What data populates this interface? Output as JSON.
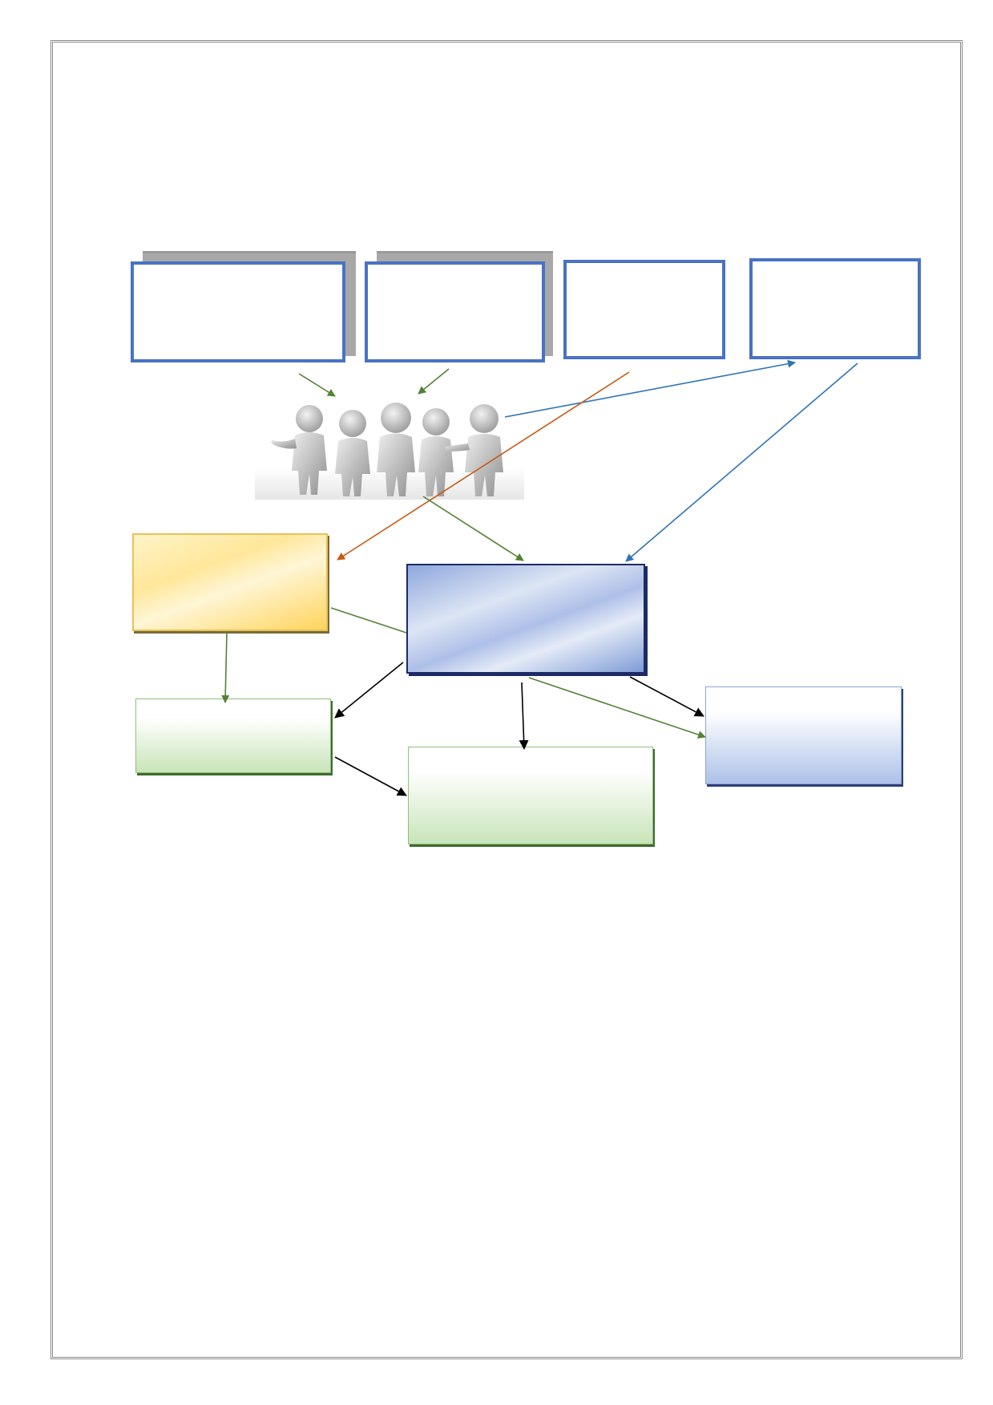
{
  "diagram": {
    "top_boxes": [
      {
        "id": "top-box-1",
        "text": ""
      },
      {
        "id": "top-box-2",
        "text": ""
      },
      {
        "id": "top-box-3",
        "text": ""
      },
      {
        "id": "top-box-4",
        "text": ""
      }
    ],
    "yellow_box": {
      "text": ""
    },
    "main_box": {
      "text": ""
    },
    "green_left_box": {
      "text": ""
    },
    "green_center_box": {
      "text": ""
    },
    "blue_right_box": {
      "text": ""
    }
  },
  "colors": {
    "box_border": "#4a72c4",
    "arrow_green": "#548235",
    "arrow_orange": "#c55a11",
    "arrow_blue": "#2e75b6",
    "arrow_black": "#000000",
    "yellow_fill": "#ffd966",
    "blue_fill": "#8faadc",
    "green_fill": "#c5e0b4"
  },
  "icons": {
    "people_group": "people-group-illustration"
  }
}
